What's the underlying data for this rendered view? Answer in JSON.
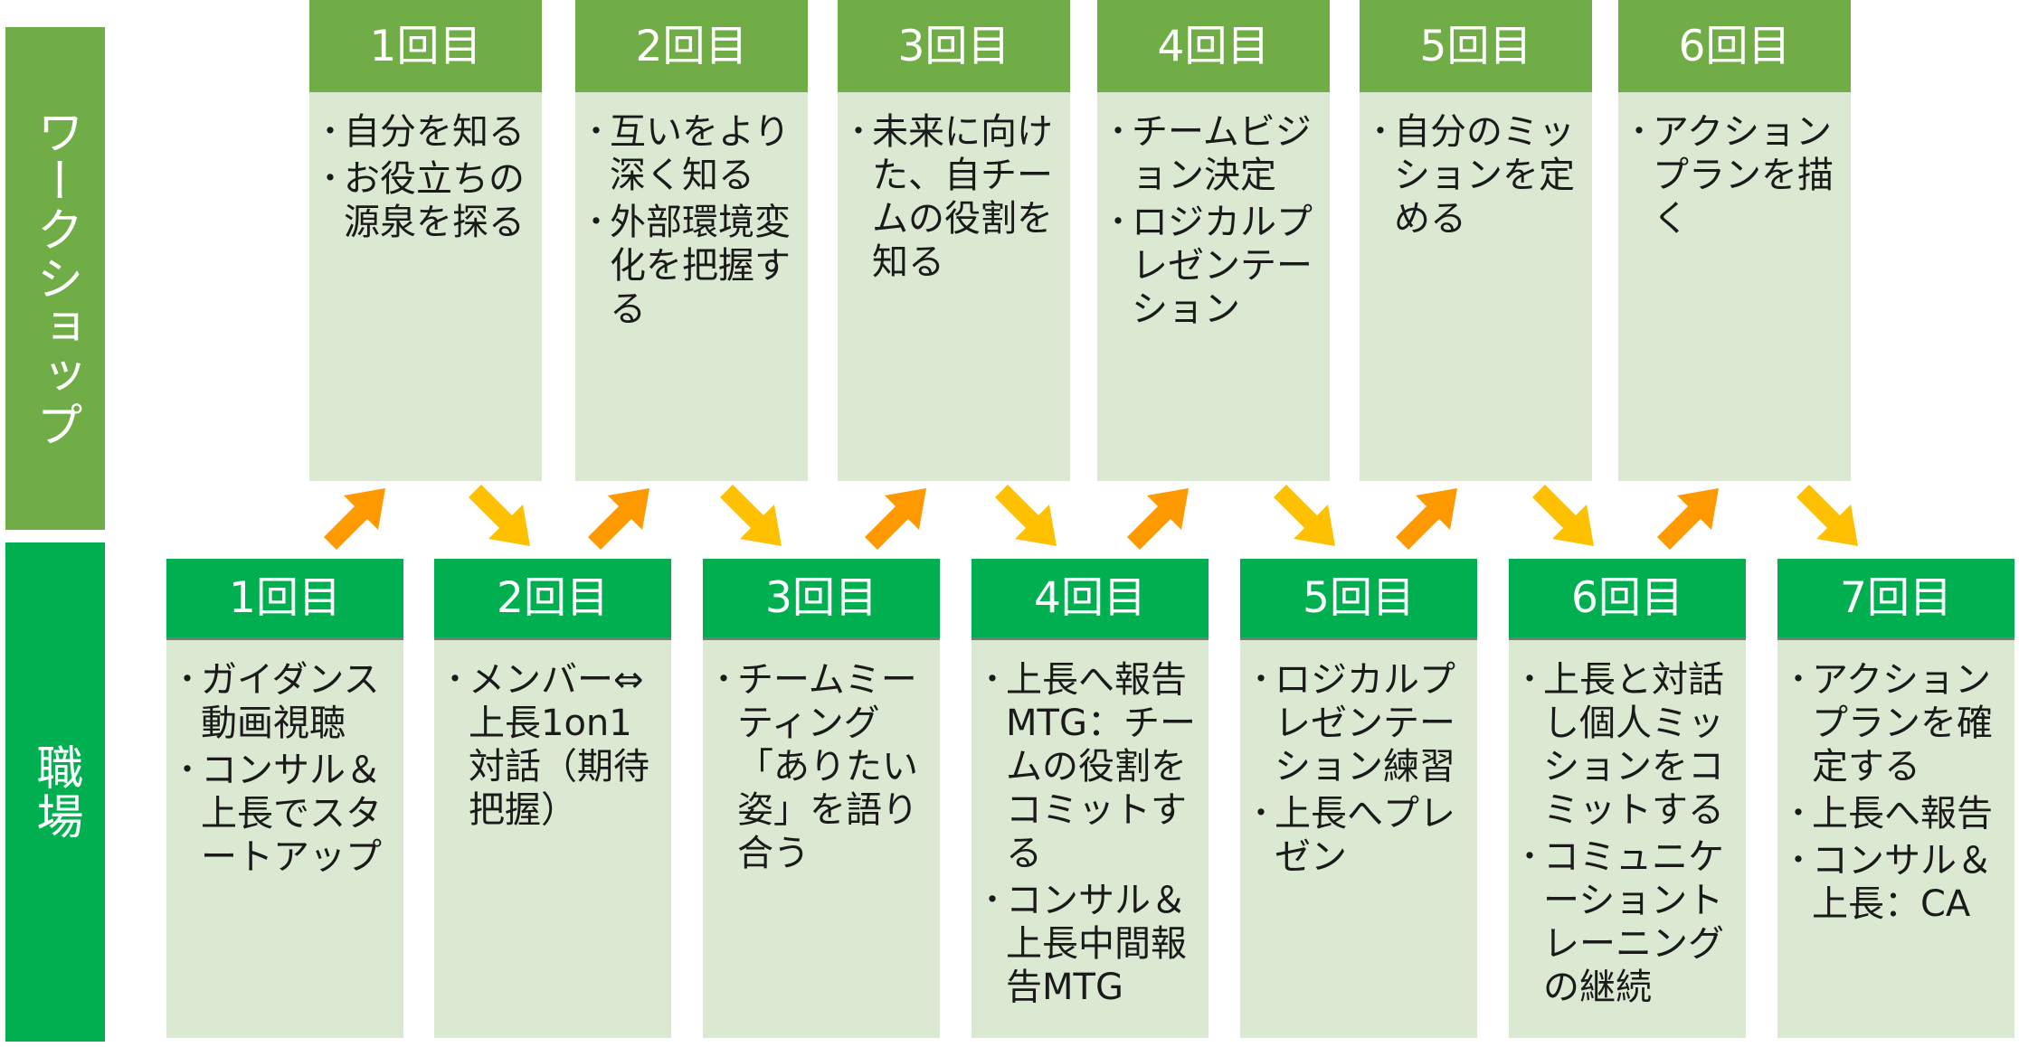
{
  "workshop": {
    "label": "ワークショップ",
    "sessions": [
      {
        "title": "1回目",
        "items": [
          "自分を知る",
          "お役立ちの源泉を探る"
        ]
      },
      {
        "title": "2回目",
        "items": [
          "互いをより深く知る",
          "外部環境変化を把握する"
        ]
      },
      {
        "title": "3回目",
        "items": [
          "未来に向けた、自チームの役割を知る"
        ]
      },
      {
        "title": "4回目",
        "items": [
          "チームビジョン決定",
          "ロジカルプレゼンテーション"
        ]
      },
      {
        "title": "5回目",
        "items": [
          "自分のミッションを定める"
        ]
      },
      {
        "title": "6回目",
        "items": [
          "アクションプランを描く"
        ]
      }
    ]
  },
  "workplace": {
    "label": "職場",
    "sessions": [
      {
        "title": "1回目",
        "items": [
          "ガイダンス動画視聴",
          "コンサル＆上長でスタートアップ"
        ]
      },
      {
        "title": "2回目",
        "items": [
          "メンバー⇔上長1on1対話（期待把握）"
        ]
      },
      {
        "title": "3回目",
        "items": [
          "チームミーティング「ありたい姿」を語り合う"
        ]
      },
      {
        "title": "4回目",
        "items": [
          "上長へ報告MTG：チームの役割をコミットする",
          "コンサル＆上長中間報告MTG"
        ]
      },
      {
        "title": "5回目",
        "items": [
          "ロジカルプレゼンテーション練習",
          "上長へプレゼン"
        ]
      },
      {
        "title": "6回目",
        "items": [
          "上長と対話し個人ミッションをコミットする",
          "コミュニケーショントレーニングの継続"
        ]
      },
      {
        "title": "7回目",
        "items": [
          "アクションプランを確定する",
          "上長へ報告",
          "コンサル＆上長：CA"
        ]
      }
    ]
  },
  "colors": {
    "workshop_green": "#70ad47",
    "workplace_green": "#00b050",
    "card_fill": "#dbe9d2",
    "arrow_up": "#ff9900",
    "arrow_down": "#ffc000"
  },
  "arrows": {
    "up_icon": "arrow-up-right-icon",
    "down_icon": "arrow-down-right-icon"
  }
}
